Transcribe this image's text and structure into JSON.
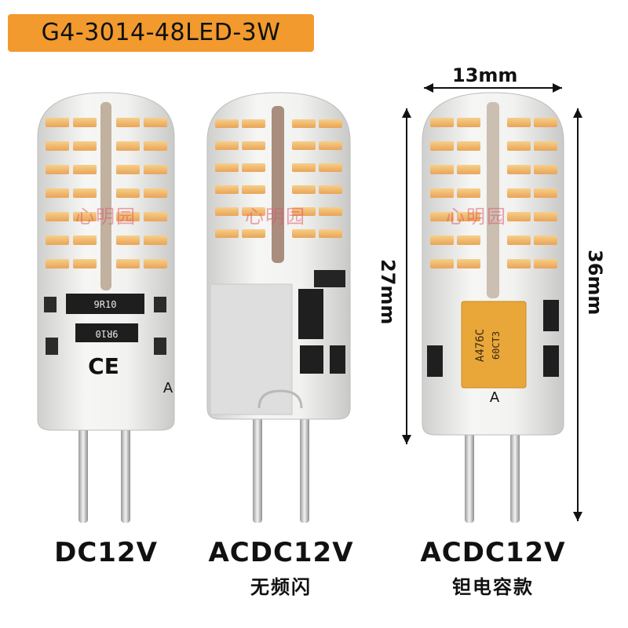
{
  "title": "G4-3014-48LED-3W",
  "bulbs": [
    {
      "label": "DC12V",
      "sublabel": ""
    },
    {
      "label": "ACDC12V",
      "sublabel": "无频闪"
    },
    {
      "label": "ACDC12V",
      "sublabel": "钽电容款"
    }
  ],
  "dimensions": {
    "width": "13mm",
    "body_height": "27mm",
    "total_height": "36mm"
  },
  "component_markings": {
    "resistor_a": "9R10",
    "resistor_b": "9R10",
    "ce_mark": "CE",
    "pin_mark_a": "A",
    "capacitor_line1": "A476C",
    "capacitor_line2": "60CT3",
    "pin_mark_c": "A"
  },
  "watermark": "心明园",
  "colors": {
    "accent": "#f29a2e",
    "led": "#f3b866",
    "silicone": "#e8e8e6",
    "capacitor": "#e9a73a"
  }
}
